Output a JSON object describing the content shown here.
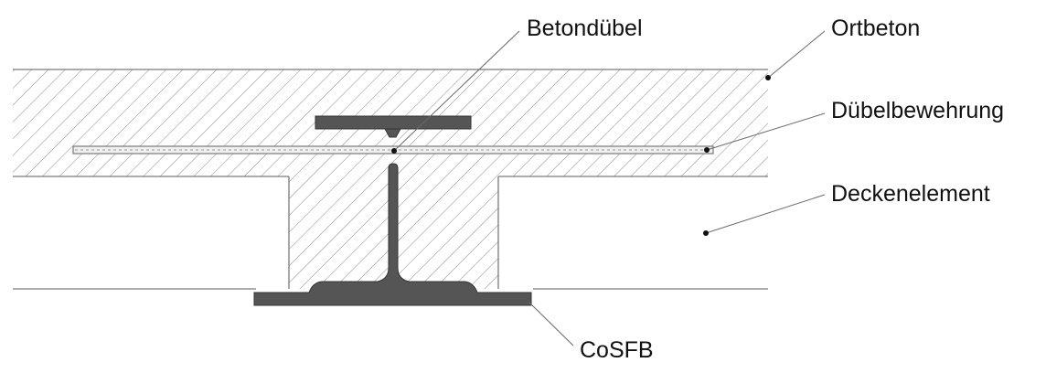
{
  "labels": {
    "betonduebel": "Betondübel",
    "ortbeton": "Ortbeton",
    "duebelbewehrung": "Dübelbewehrung",
    "deckenelement": "Deckenelement",
    "cosfb": "CoSFB"
  },
  "colors": {
    "steel": "#555555",
    "hatch": "#8a8a8a",
    "outline": "#7a7a7a",
    "rebar_fill": "#f0f0f0",
    "leader": "#6a6a6a",
    "text": "#111111",
    "background": "#ffffff"
  }
}
